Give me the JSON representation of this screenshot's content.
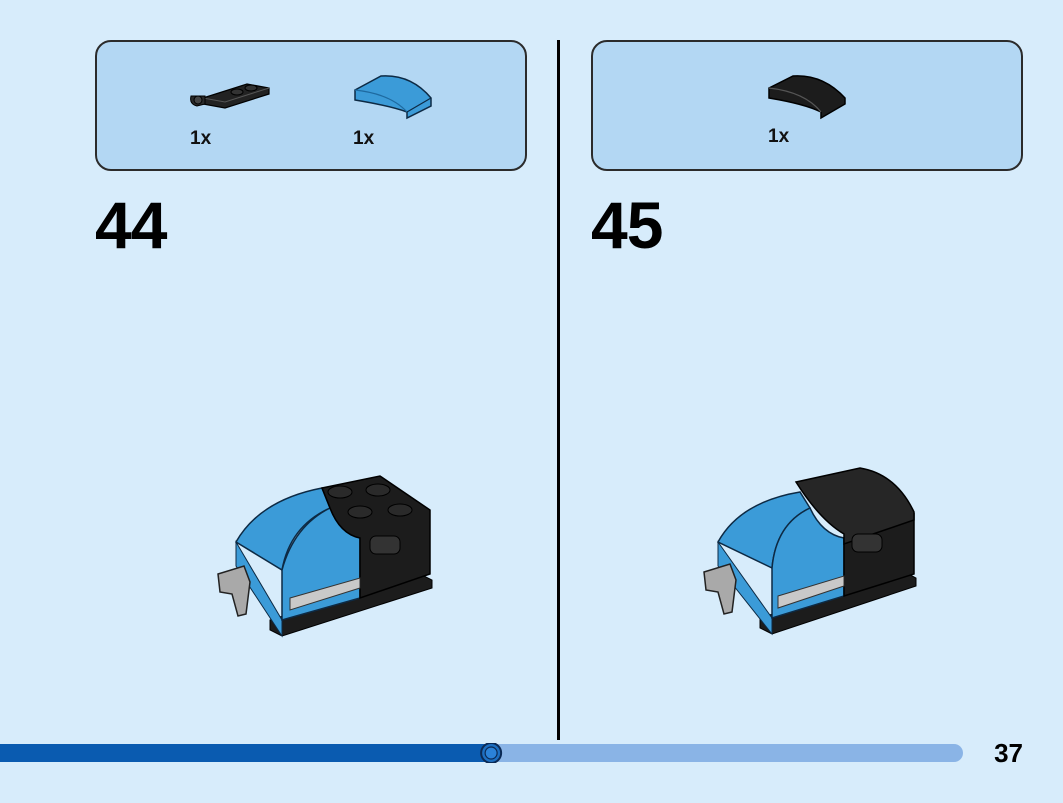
{
  "steps": [
    {
      "number": "44",
      "parts": [
        {
          "icon": "black-plate-with-clip-icon",
          "qty": "1x"
        },
        {
          "icon": "blue-curved-slope-icon",
          "qty": "1x"
        }
      ]
    },
    {
      "number": "45",
      "parts": [
        {
          "icon": "black-curved-slope-icon",
          "qty": "1x"
        }
      ]
    }
  ],
  "page_number": "37",
  "progress": {
    "fraction": 0.51,
    "done_color": "#0a5bb0",
    "remaining_color": "#8ab4e6"
  },
  "colors": {
    "background": "#d7ecfb",
    "parts_box": "#b3d7f3",
    "brick_blue": "#3b9bd8",
    "brick_black": "#1c1c1c"
  }
}
